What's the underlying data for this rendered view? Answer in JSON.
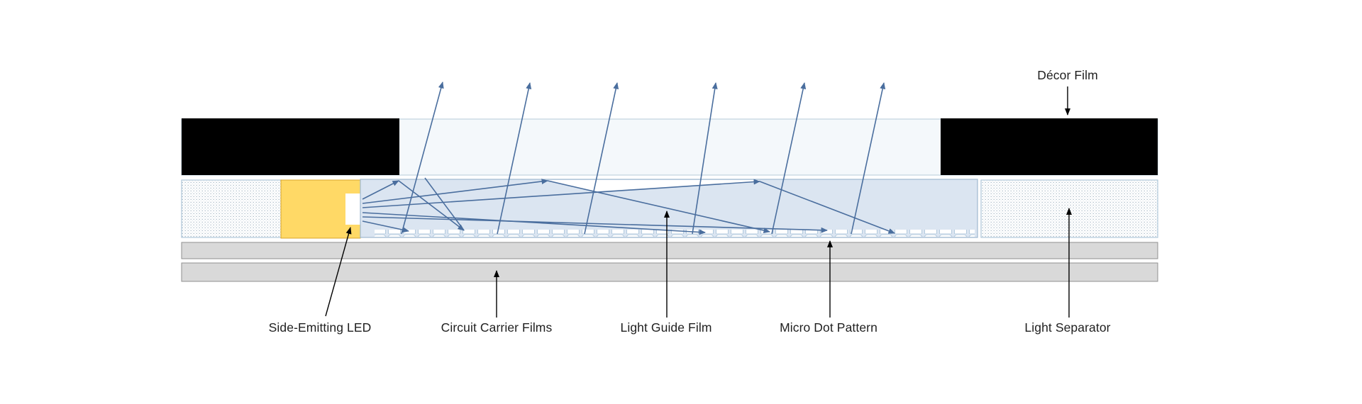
{
  "diagram": {
    "labels": {
      "decor_film": "Décor Film",
      "side_emitting_led": "Side-Emitting LED",
      "circuit_carrier_films": "Circuit Carrier Films",
      "light_guide_film": "Light Guide Film",
      "micro_dot_pattern": "Micro Dot Pattern",
      "light_separator": "Light Separator"
    },
    "colors": {
      "page_background": "#ffffff",
      "decor_black": "#000000",
      "decor_window_fill": "#f4f8fb",
      "decor_window_border": "#c9d8e4",
      "separator_fill": "#ffffff",
      "separator_border": "#aec6d8",
      "separator_dot": "#9db1c0",
      "led_fill": "#ffd966",
      "led_border": "#d9a52a",
      "led_window_fill": "#ffffff",
      "film_fill": "#dbe5f1",
      "film_border": "#9fb9d0",
      "micro_dot_fill": "#ffffff",
      "micro_dot_border": "#b3cade",
      "carrier_fill": "#d9d9d9",
      "carrier_border": "#8f8f8f",
      "ray_blue": "#4a6e9e",
      "label_arrow_black": "#000000",
      "label_text": "#1f1f1f"
    }
  }
}
